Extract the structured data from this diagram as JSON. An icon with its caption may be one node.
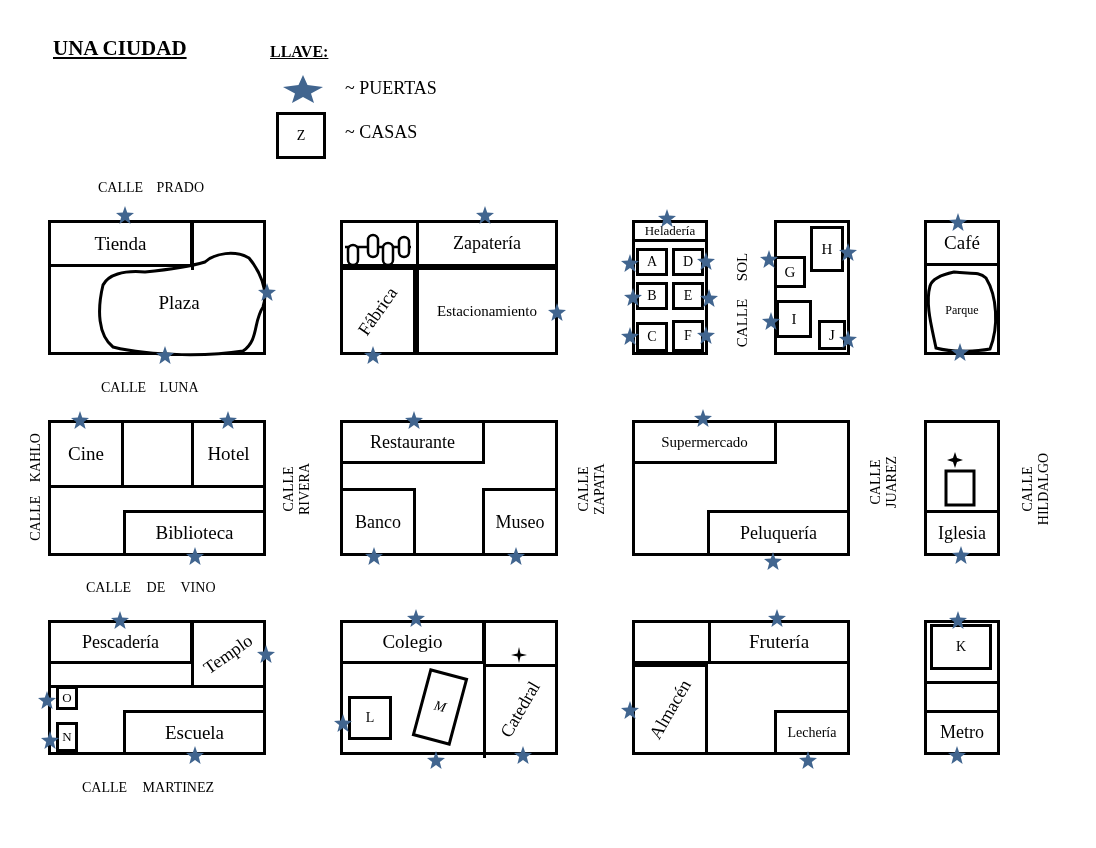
{
  "diagram": {
    "title": "UNA CIUDAD",
    "nodes": [
      {
        "text": [],
        "shape": "box"
      },
      {
        "text": [
          "Tienda"
        ],
        "in": 0
      },
      {
        "text": [
          "Plaza"
        ],
        "in": 0
      },
      {
        "text": [],
        "shape": "box"
      },
      {
        "text": [
          "Zapatería"
        ],
        "in": 3
      },
      {
        "text": [
          "Fábrica"
        ],
        "in": 3
      },
      {
        "text": [
          "Estacionamiento"
        ],
        "in": 3
      },
      {
        "text": [],
        "shape": "box"
      },
      {
        "text": [
          "Heladería"
        ],
        "in": 7
      },
      {
        "text": [
          "A"
        ],
        "in": 7
      },
      {
        "text": [
          "D"
        ],
        "in": 7
      },
      {
        "text": [
          "B"
        ],
        "in": 7
      },
      {
        "text": [
          "E"
        ],
        "in": 7
      },
      {
        "text": [
          "C"
        ],
        "in": 7
      },
      {
        "text": [
          "F"
        ],
        "in": 7
      },
      {
        "text": [],
        "shape": "box"
      },
      {
        "text": [
          "G"
        ],
        "in": 15
      },
      {
        "text": [
          "H"
        ],
        "in": 15
      },
      {
        "text": [
          "I"
        ],
        "in": 15
      },
      {
        "text": [
          "J"
        ],
        "in": 15
      },
      {
        "text": [],
        "shape": "box"
      },
      {
        "text": [
          "Café"
        ],
        "in": 20
      },
      {
        "text": [
          "Parque"
        ],
        "in": 20
      },
      {
        "text": [],
        "shape": "box"
      },
      {
        "text": [
          "Cine"
        ],
        "in": 23
      },
      {
        "text": [
          "Hotel"
        ],
        "in": 23
      },
      {
        "text": [
          "Biblioteca"
        ],
        "in": 23
      },
      {
        "text": [],
        "shape": "box"
      },
      {
        "text": [
          "Restaurante"
        ],
        "in": 27
      },
      {
        "text": [
          "Banco"
        ],
        "in": 27
      },
      {
        "text": [
          "Museo"
        ],
        "in": 27
      },
      {
        "text": [],
        "shape": "box"
      },
      {
        "text": [
          "Supermercado"
        ],
        "in": 31
      },
      {
        "text": [
          "Peluquería"
        ],
        "in": 31
      },
      {
        "text": [],
        "shape": "box"
      },
      {
        "text": [
          "Iglesia"
        ],
        "in": 34
      },
      {
        "text": [],
        "shape": "box"
      },
      {
        "text": [
          "Pescadería"
        ],
        "in": 36
      },
      {
        "text": [
          "Templo"
        ],
        "in": 36
      },
      {
        "text": [
          "O"
        ],
        "in": 36
      },
      {
        "text": [
          "N"
        ],
        "in": 36
      },
      {
        "text": [
          "Escuela"
        ],
        "in": 36
      },
      {
        "text": [],
        "shape": "box"
      },
      {
        "text": [
          "Colegio"
        ],
        "in": 42
      },
      {
        "text": [
          "L"
        ],
        "in": 42
      },
      {
        "text": [
          "M"
        ],
        "in": 42
      },
      {
        "text": [
          "Catedral"
        ],
        "in": 42
      },
      {
        "text": [],
        "shape": "box"
      },
      {
        "text": [
          "Frutería"
        ],
        "in": 47
      },
      {
        "text": [
          "Almacén"
        ],
        "in": 47
      },
      {
        "text": [
          "Lechería"
        ],
        "in": 47
      },
      {
        "text": [],
        "shape": "box"
      },
      {
        "text": [
          "K"
        ],
        "in": 51
      },
      {
        "text": [
          "Metro"
        ],
        "in": 51
      }
    ],
    "edges": [],
    "labels": [
      "LLAVE:",
      "Z",
      "CALLE PRADO",
      "CALLE SOL",
      "CALLE LUNA",
      "CALLE KAHLO",
      "CALLE RIVERA",
      "CALLE ZAPATA",
      "CALLE JUAREZ",
      "CALLE HILDALGO",
      "CALLE DE VINO",
      "CALLE MARTINEZ"
    ],
    "legend": [
      {
        "text": "~ PUERTAS"
      },
      {
        "text": "~ CASAS"
      }
    ]
  }
}
